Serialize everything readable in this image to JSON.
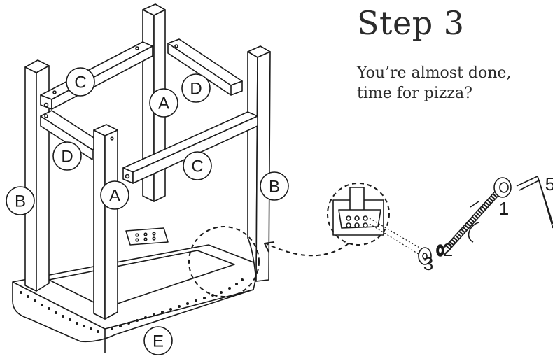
{
  "page": {
    "title": "Step 3",
    "subtitle_line1": "You’re almost done,",
    "subtitle_line2": "time for pizza?"
  },
  "parts": {
    "A": "A",
    "B": "B",
    "C": "C",
    "D": "D",
    "E": "E"
  },
  "hardware": {
    "bolt": "1",
    "lock_washer": "2",
    "flat_washer": "3",
    "hex_key": "5"
  }
}
